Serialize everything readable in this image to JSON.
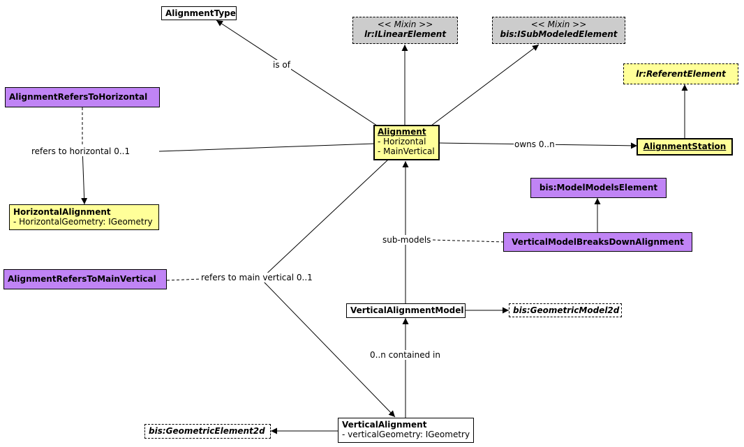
{
  "nodes": {
    "alignment_type": {
      "title": "AlignmentType"
    },
    "ilinear_element": {
      "stereotype": "<< Mixin >>",
      "title": "lr:ILinearElement"
    },
    "isubmodeled_element": {
      "stereotype": "<< Mixin >>",
      "title": "bis:ISubModeledElement"
    },
    "referent_element": {
      "title": "lr:ReferentElement"
    },
    "alignment_refers_to_horizontal": {
      "title": "AlignmentRefersToHorizontal"
    },
    "alignment": {
      "title": "Alignment",
      "attrs": [
        "- Horizontal",
        "- MainVertical"
      ]
    },
    "alignment_station": {
      "title": "AlignmentStation"
    },
    "horizontal_alignment": {
      "title": "HorizontalAlignment",
      "attrs": [
        "- HorizontalGeometry: IGeometry"
      ]
    },
    "model_models_element": {
      "title": "bis:ModelModelsElement"
    },
    "vertical_model_breaks_down_alignment": {
      "title": "VerticalModelBreaksDownAlignment"
    },
    "alignment_refers_to_main_vertical": {
      "title": "AlignmentRefersToMainVertical"
    },
    "vertical_alignment_model": {
      "title": "VerticalAlignmentModel"
    },
    "geometric_model_2d": {
      "title": "bis:GeometricModel2d"
    },
    "geometric_element_2d": {
      "title": "bis:GeometricElement2d"
    },
    "vertical_alignment": {
      "title": "VerticalAlignment",
      "attrs": [
        "- verticalGeometry: IGeometry"
      ]
    }
  },
  "edge_labels": {
    "is_of": "is of",
    "refers_to_horizontal": "refers to horizontal 0..1",
    "owns": "owns 0..n",
    "sub_models": "sub-models",
    "refers_to_main_vertical": "refers to main vertical 0..1",
    "contained_in": "0..n contained in"
  },
  "colors": {
    "relationship": "#c084f5",
    "entity": "#ffff99",
    "mixin": "#cccccc",
    "external": "#ffffff"
  }
}
